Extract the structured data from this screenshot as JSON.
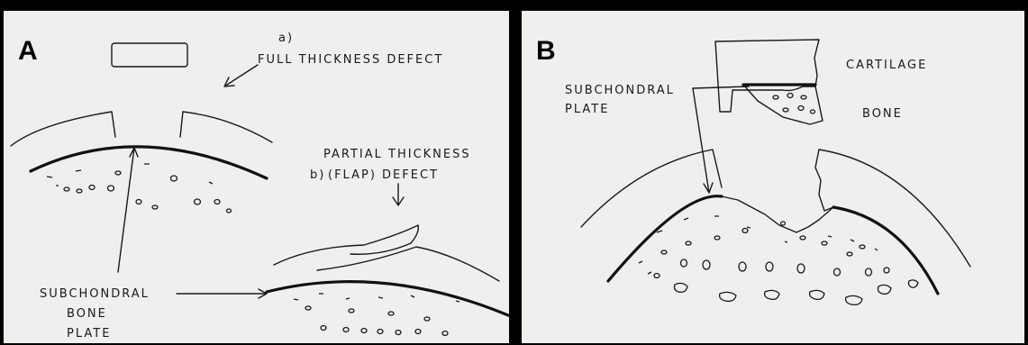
{
  "panel_a": {
    "letter": "A",
    "label_a": "a)",
    "full_thickness": "FULL THICKNESS DEFECT",
    "partial_thickness": "PARTIAL THICKNESS",
    "label_b": "b)",
    "flap_defect": "(FLAP) DEFECT",
    "subchondral_line1": "SUBCHONDRAL",
    "subchondral_line2": "BONE",
    "subchondral_line3": "PLATE"
  },
  "panel_b": {
    "letter": "B",
    "subchondral_line1": "SUBCHONDRAL",
    "subchondral_line2": "PLATE",
    "cartilage": "CARTILAGE",
    "bone": "BONE"
  }
}
